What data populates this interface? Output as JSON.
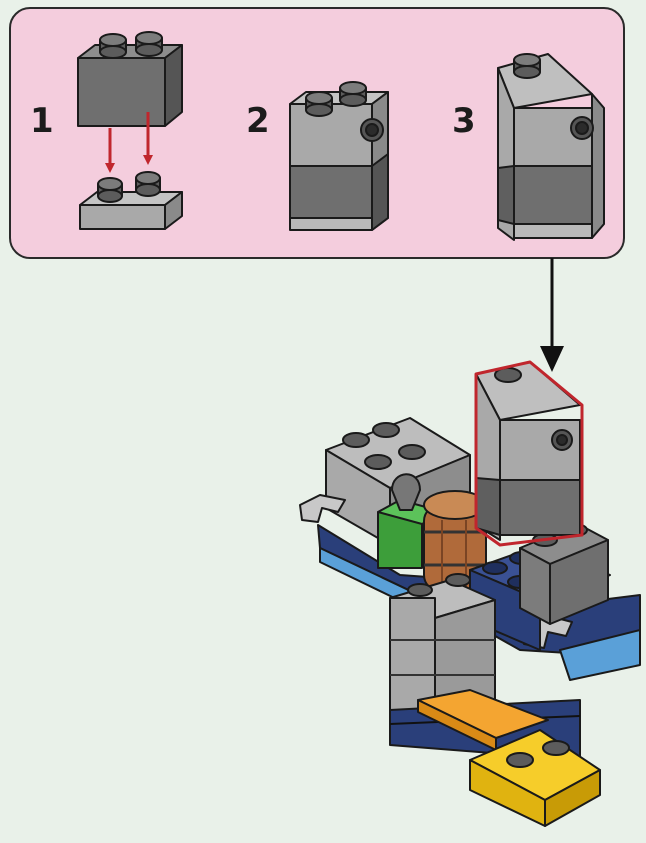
{
  "steps": [
    {
      "number": "1",
      "action": "attach"
    },
    {
      "number": "2",
      "action": "result"
    },
    {
      "number": "3",
      "action": "result"
    }
  ],
  "colors": {
    "page_background": "#e9f1e9",
    "callout_background": "#f4cddd",
    "highlight_outline": "#c0262d",
    "arrow_black": "#111111",
    "arrow_red": "#c0262d",
    "brick_light_gray": "#a9a9a9",
    "brick_dark_gray": "#6f6f6f",
    "brick_dark_blue": "#2a3f7a",
    "brick_medium_blue": "#5aa0d8",
    "brick_orange": "#f4a531",
    "brick_yellow": "#f6cd2a",
    "brick_green": "#3d9e3a",
    "brick_brown": "#b06a3a"
  },
  "icons": [
    "down-arrow-icon",
    "red-down-arrow-icon"
  ]
}
